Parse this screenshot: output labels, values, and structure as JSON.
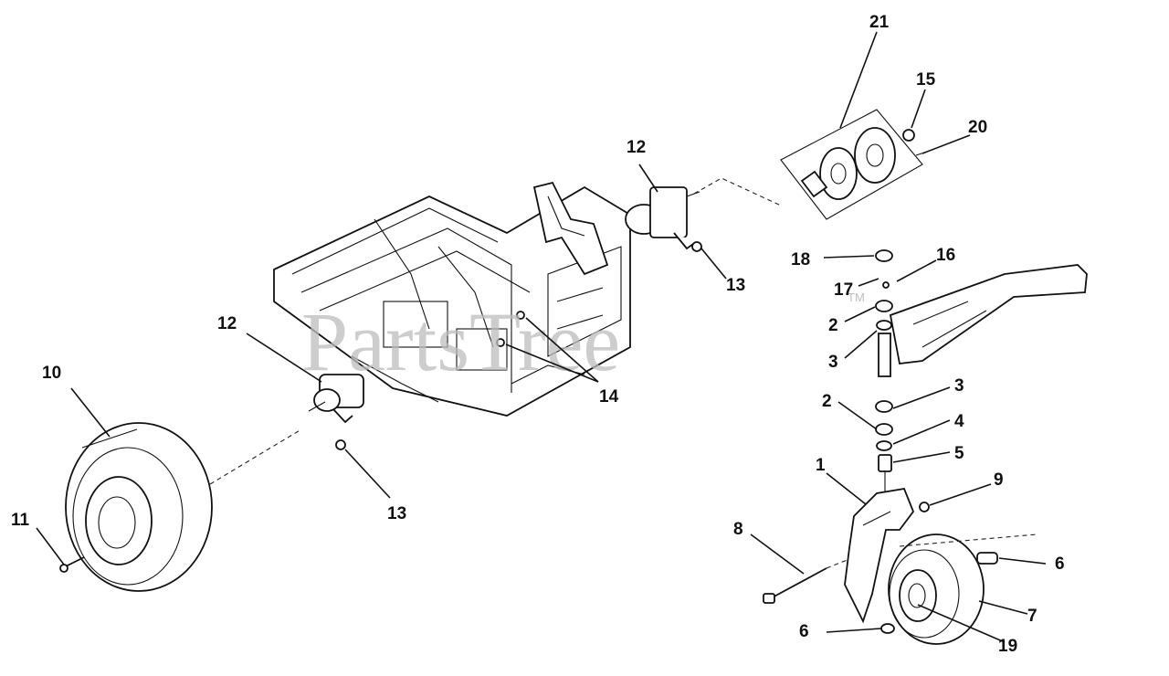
{
  "watermark": {
    "text": "PartsTree",
    "trademark": "TM"
  },
  "callouts": {
    "c21": "21",
    "c15": "15",
    "c20": "20",
    "c12a": "12",
    "c13a": "13",
    "c18": "18",
    "c16": "16",
    "c17": "17",
    "c2a": "2",
    "c3a": "3",
    "c3b": "3",
    "c2b": "2",
    "c4": "4",
    "c5": "5",
    "c1": "1",
    "c9": "9",
    "c8": "8",
    "c6a": "6",
    "c7": "7",
    "c6b": "6",
    "c19": "19",
    "c14": "14",
    "c12b": "12",
    "c13b": "13",
    "c10": "10",
    "c11": "11"
  }
}
